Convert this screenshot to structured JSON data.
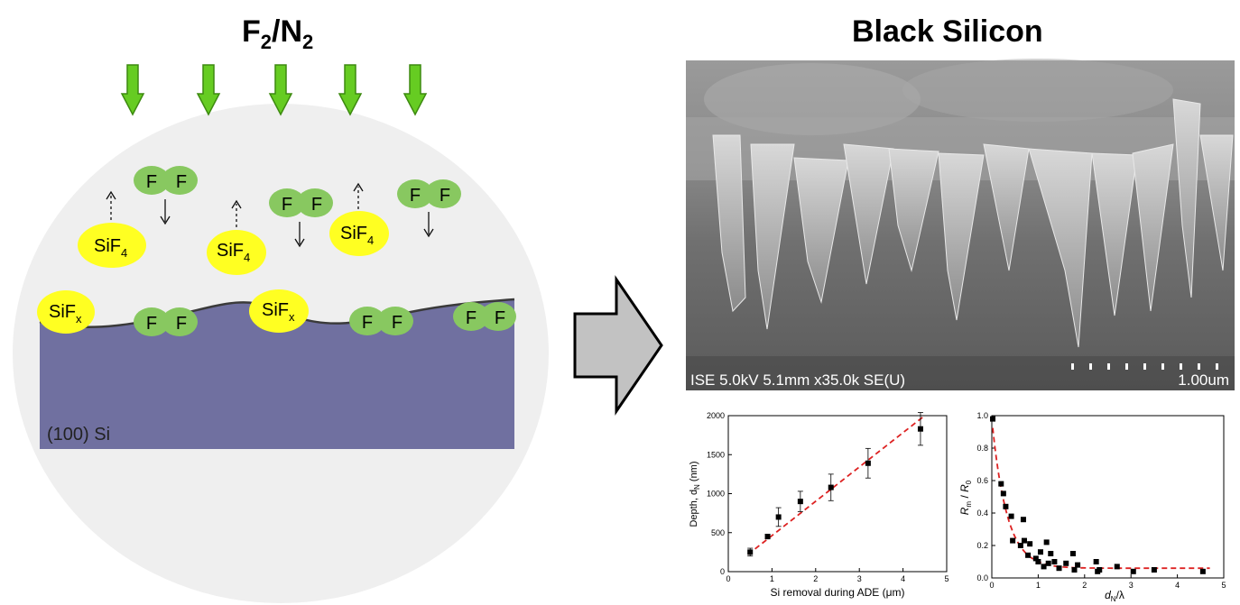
{
  "left_panel": {
    "title_main": "F",
    "title_sub1": "2",
    "title_mid": "/N",
    "title_sub2": "2",
    "molecule_label": "F",
    "sif4_main": "SiF",
    "sif4_sub": "4",
    "sifx_main": "SiF",
    "sifx_sub": "x",
    "substrate_label": "(100) Si",
    "colors": {
      "gas_arrow": "#66cc22",
      "fluorine": "#88c860",
      "silicon_fluoride": "#ffff22",
      "substrate": "#7070a0",
      "background_circle": "#efefef"
    }
  },
  "right_panel": {
    "title": "Black Silicon",
    "sem_caption_left": "ISE 5.0kV 5.1mm x35.0k SE(U)",
    "sem_caption_right": "1.00um"
  },
  "chart_data": [
    {
      "type": "scatter",
      "xlabel": "Si removal during ADE (μm)",
      "ylabel_main": "Depth, d",
      "ylabel_sub": "N",
      "ylabel_unit": " (nm)",
      "xlim": [
        0,
        5
      ],
      "ylim": [
        0,
        2000
      ],
      "xticks": [
        "0",
        "1",
        "2",
        "3",
        "4",
        "5"
      ],
      "yticks": [
        "0",
        "500",
        "1000",
        "1500",
        "2000"
      ],
      "points": [
        {
          "x": 0.5,
          "y": 250,
          "err": 50
        },
        {
          "x": 0.9,
          "y": 450,
          "err": 30
        },
        {
          "x": 1.15,
          "y": 700,
          "err": 120
        },
        {
          "x": 1.65,
          "y": 900,
          "err": 130
        },
        {
          "x": 2.35,
          "y": 1080,
          "err": 170
        },
        {
          "x": 3.2,
          "y": 1390,
          "err": 190
        },
        {
          "x": 4.4,
          "y": 1830,
          "err": 210
        }
      ],
      "fit": {
        "style": "dashed",
        "color": "#dd2222",
        "x": [
          0.45,
          4.45
        ],
        "y": [
          220,
          1980
        ]
      }
    },
    {
      "type": "scatter",
      "xlabel_main": "d",
      "xlabel_sub": "N",
      "xlabel_tail": "/λ",
      "ylabel_a": "R",
      "ylabel_a_sub": "m",
      "ylabel_sep": " / ",
      "ylabel_b": "R",
      "ylabel_b_sub": "0",
      "xlim": [
        0,
        5
      ],
      "ylim": [
        0,
        1.0
      ],
      "xticks": [
        "0",
        "1",
        "2",
        "3",
        "4",
        "5"
      ],
      "yticks": [
        "0.0",
        "0.2",
        "0.4",
        "0.6",
        "0.8",
        "1.0"
      ],
      "points": [
        {
          "x": 0.02,
          "y": 0.98
        },
        {
          "x": 0.2,
          "y": 0.58
        },
        {
          "x": 0.25,
          "y": 0.52
        },
        {
          "x": 0.3,
          "y": 0.44
        },
        {
          "x": 0.42,
          "y": 0.38
        },
        {
          "x": 0.45,
          "y": 0.23
        },
        {
          "x": 0.62,
          "y": 0.2
        },
        {
          "x": 0.68,
          "y": 0.36
        },
        {
          "x": 0.7,
          "y": 0.23
        },
        {
          "x": 0.78,
          "y": 0.14
        },
        {
          "x": 0.82,
          "y": 0.21
        },
        {
          "x": 0.95,
          "y": 0.12
        },
        {
          "x": 1.0,
          "y": 0.1
        },
        {
          "x": 1.05,
          "y": 0.16
        },
        {
          "x": 1.12,
          "y": 0.07
        },
        {
          "x": 1.18,
          "y": 0.22
        },
        {
          "x": 1.22,
          "y": 0.09
        },
        {
          "x": 1.27,
          "y": 0.15
        },
        {
          "x": 1.35,
          "y": 0.1
        },
        {
          "x": 1.45,
          "y": 0.06
        },
        {
          "x": 1.6,
          "y": 0.09
        },
        {
          "x": 1.75,
          "y": 0.15
        },
        {
          "x": 1.78,
          "y": 0.05
        },
        {
          "x": 1.85,
          "y": 0.08
        },
        {
          "x": 2.25,
          "y": 0.1
        },
        {
          "x": 2.28,
          "y": 0.04
        },
        {
          "x": 2.32,
          "y": 0.05
        },
        {
          "x": 2.7,
          "y": 0.07
        },
        {
          "x": 3.05,
          "y": 0.04
        },
        {
          "x": 3.5,
          "y": 0.05
        },
        {
          "x": 4.55,
          "y": 0.04
        }
      ],
      "fit": {
        "style": "dashed",
        "color": "#dd2222",
        "form": "decay"
      }
    }
  ]
}
